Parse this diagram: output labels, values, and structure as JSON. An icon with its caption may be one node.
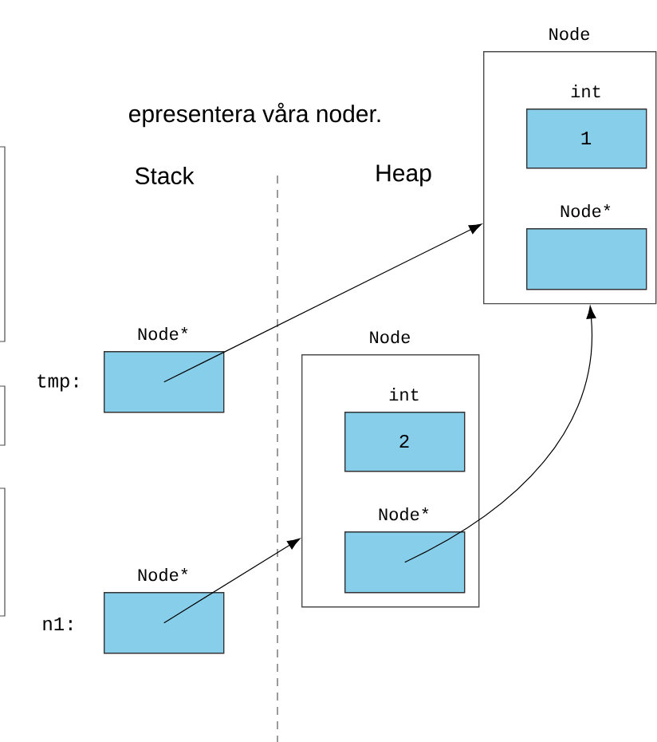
{
  "diagram": {
    "nodes": [
      {
        "text": [
          "Node*"
        ],
        "beside": [
          "tmp:"
        ]
      },
      {
        "text": [
          "Node*"
        ],
        "beside": [
          "n1:"
        ]
      },
      {
        "text": [
          "Node"
        ]
      },
      {
        "text": [
          "int",
          "2"
        ],
        "in": 2
      },
      {
        "text": [
          "Node*"
        ],
        "in": 2
      },
      {
        "text": [
          "Node"
        ]
      },
      {
        "text": [
          "int",
          "1"
        ],
        "in": 5
      },
      {
        "text": [
          "Node*"
        ],
        "in": 5
      }
    ],
    "edges": [
      {
        "from": 0,
        "to": 5,
        "arrow": "to"
      },
      {
        "from": 1,
        "to": 2,
        "arrow": "to"
      },
      {
        "from": 4,
        "to": 5,
        "arrow": "to"
      }
    ],
    "labels": [
      "epresentera våra noder.",
      "Stack",
      "Heap"
    ]
  }
}
